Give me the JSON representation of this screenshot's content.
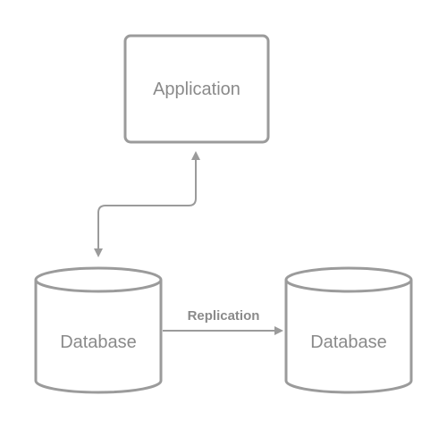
{
  "nodes": {
    "application": {
      "label": "Application"
    },
    "database_primary": {
      "label": "Database"
    },
    "database_replica": {
      "label": "Database"
    }
  },
  "edges": {
    "replication": {
      "label": "Replication"
    }
  },
  "colors": {
    "stroke": "#9b9b9b",
    "text": "#8a8a8a",
    "background": "#ffffff"
  }
}
